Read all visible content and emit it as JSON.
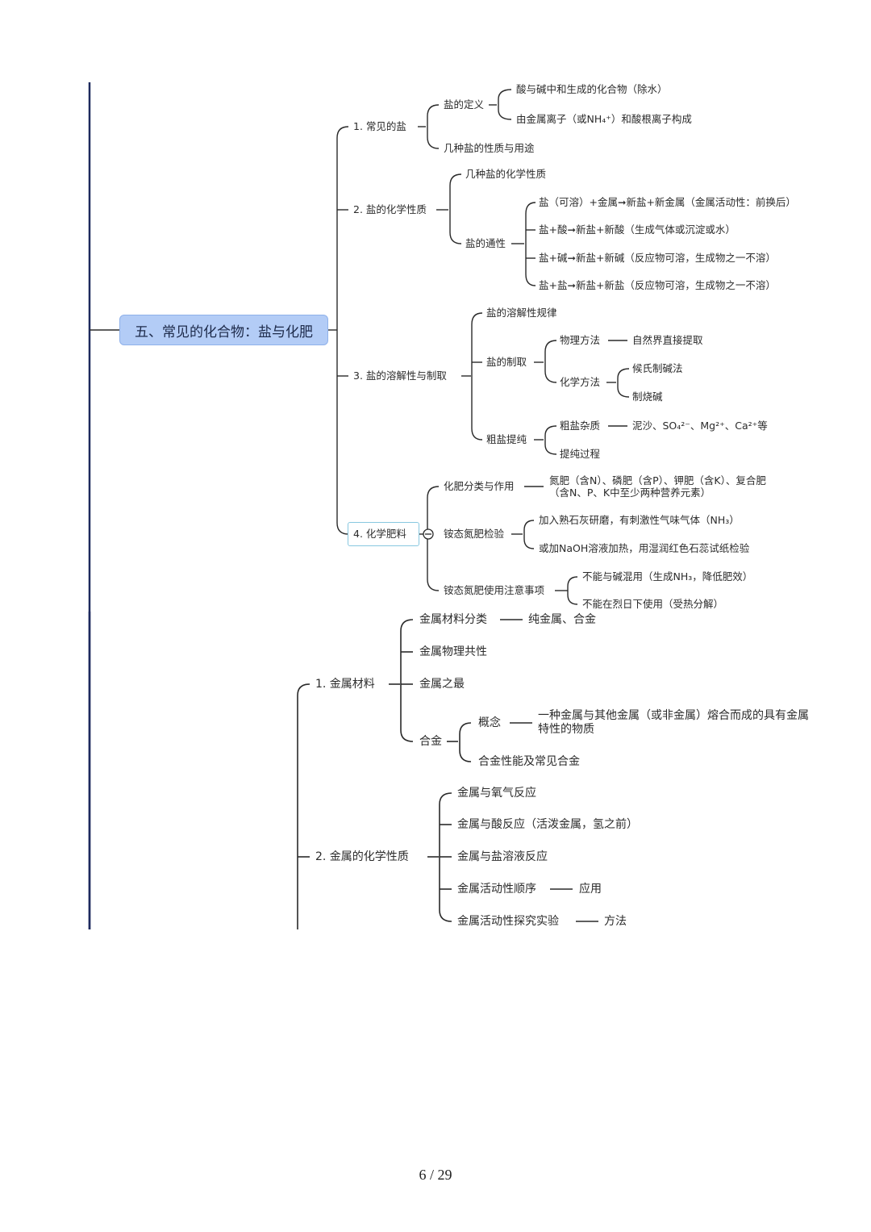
{
  "root": "五、常见的化合物：盐与化肥",
  "salt": {
    "n1": "1. 常见的盐",
    "n1_def": "盐的定义",
    "n1_def_a": "酸与碱中和生成的化合物（除水）",
    "n1_def_b": "由金属离子（或NH₄⁺）和酸根离子构成",
    "n1_uses": "几种盐的性质与用途",
    "n2": "2. 盐的化学性质",
    "n2_chem": "几种盐的化学性质",
    "n2_common": "盐的通性",
    "n2_c1": "盐（可溶）+金属➞新盐+新金属（金属活动性：前换后）",
    "n2_c2": "盐+酸➞新盐+新酸（生成气体或沉淀或水）",
    "n2_c3": "盐+碱➞新盐+新碱（反应物可溶，生成物之一不溶）",
    "n2_c4": "盐+盐➞新盐+新盐（反应物可溶，生成物之一不溶）",
    "n3": "3. 盐的溶解性与制取",
    "n3_rule": "盐的溶解性规律",
    "n3_make": "盐的制取",
    "n3_phys": "物理方法",
    "n3_phys_a": "自然界直接提取",
    "n3_chem": "化学方法",
    "n3_chem_a": "候氏制碱法",
    "n3_chem_b": "制烧碱",
    "n3_purify": "粗盐提纯",
    "n3_impurity": "粗盐杂质",
    "n3_impurity_a": "泥沙、SO₄²⁻、Mg²⁺、Ca²⁺等",
    "n3_process": "提纯过程",
    "n4": "4. 化学肥料",
    "n4_class": "化肥分类与作用",
    "n4_class_a": "氮肥（含N）、磷肥（含P）、钾肥（含K）、复合肥（含N、P、K中至少两种营养元素）",
    "n4_test": "铵态氮肥检验",
    "n4_test_a": "加入熟石灰研磨，有刺激性气味气体（NH₃）",
    "n4_test_b": "或加NaOH溶液加热，用湿润红色石蕊试纸检验",
    "n4_use": "铵态氮肥使用注意事项",
    "n4_use_a": "不能与碱混用（生成NH₃，降低肥效）",
    "n4_use_b": "不能在烈日下使用（受热分解）"
  },
  "metal": {
    "m1": "1. 金属材料",
    "m1_class": "金属材料分类",
    "m1_class_a": "纯金属、合金",
    "m1_phys": "金属物理共性",
    "m1_most": "金属之最",
    "m1_alloy": "合金",
    "m1_concept": "概念",
    "m1_concept_a": "一种金属与其他金属（或非金属）熔合而成的具有金属特性的物质",
    "m1_alloy_prop": "合金性能及常见合金",
    "m2": "2. 金属的化学性质",
    "m2_o2": "金属与氧气反应",
    "m2_acid": "金属与酸反应（活泼金属，氢之前）",
    "m2_salt": "金属与盐溶液反应",
    "m2_order": "金属活动性顺序",
    "m2_order_a": "应用",
    "m2_exp": "金属活动性探究实验",
    "m2_exp_a": "方法"
  },
  "page_number": "6 / 29"
}
